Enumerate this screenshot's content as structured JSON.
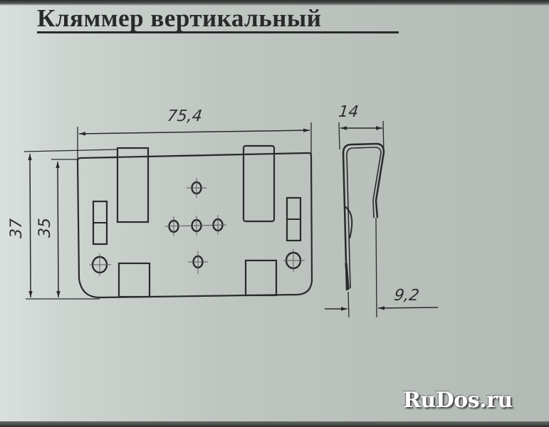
{
  "title": "Кляммер вертикальный",
  "watermark": "RuDos.ru",
  "front_view": {
    "width_dimension": "75,4",
    "overall_height_dimension": "37",
    "body_height_dimension": "35"
  },
  "side_view": {
    "width_dimension": "14",
    "opening_dimension": "9,2"
  },
  "colors": {
    "paper": "#c3cac5",
    "ink": "#2a2a2a",
    "watermark": "#ffffff"
  }
}
